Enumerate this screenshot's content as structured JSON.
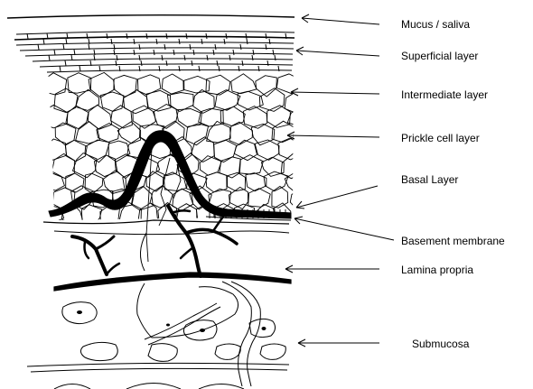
{
  "diagram": {
    "labels": [
      "Mucus / saliva",
      "Superficial layer",
      "Intermediate layer",
      "Prickle cell layer",
      "Basal Layer",
      "Basement membrane",
      "Lamina propria",
      "Submucosa"
    ],
    "ink_color": "#000000",
    "background_color": "#ffffff"
  }
}
